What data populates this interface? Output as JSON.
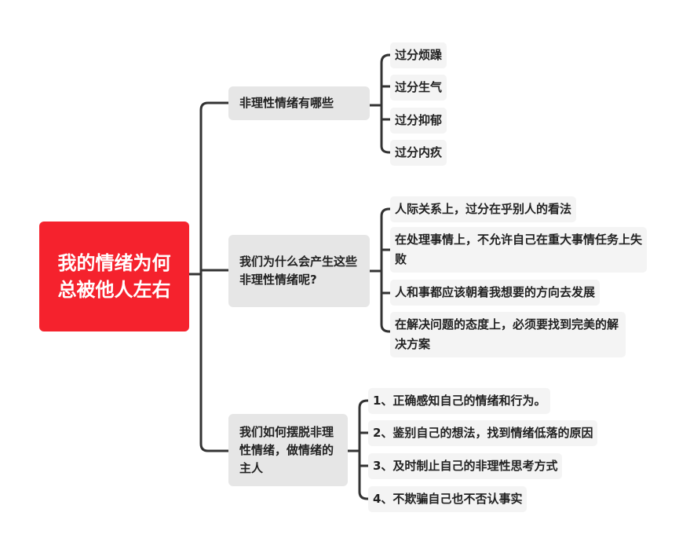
{
  "root": {
    "title": "我的情绪为何总被他人左右"
  },
  "branches": [
    {
      "label": "非理性情绪有哪些",
      "children": [
        "过分烦躁",
        "过分生气",
        "过分抑郁",
        "过分内疚"
      ]
    },
    {
      "label": "我们为什么会产生这些非理性情绪呢?",
      "children": [
        "人际关系上，过分在乎别人的看法",
        "在处理事情上，不允许自己在重大事情任务上失败",
        "人和事都应该朝着我想要的方向去发展",
        "在解决问题的态度上，必须要找到完美的解决方案"
      ]
    },
    {
      "label": "我们如何摆脱非理性情绪，做情绪的主人",
      "children": [
        "1、正确感知自己的情绪和行为。",
        "2、鉴别自己的想法，找到情绪低落的原因",
        "3、及时制止自己的非理性思考方式",
        "4、不欺骗自己也不否认事实"
      ]
    }
  ],
  "colors": {
    "root": "#f5222d",
    "branch_bg": "#e6e6e6",
    "leaf_bg": "#f4f4f4",
    "line": "#333333"
  }
}
